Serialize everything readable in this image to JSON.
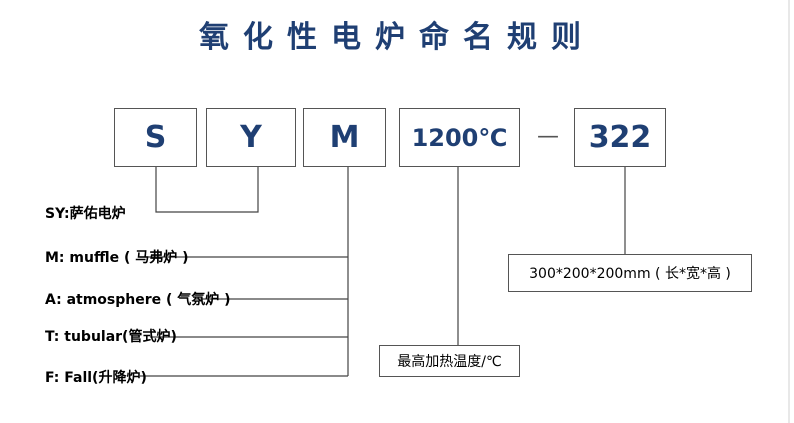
{
  "title": "氧化性电炉命名规则",
  "code_boxes": [
    {
      "text": "S"
    },
    {
      "text": "Y"
    },
    {
      "text": "M"
    }
  ],
  "temperature_box": "1200℃",
  "separator": "—",
  "size_box": "322",
  "legend": {
    "sy": "SY:萨佑电炉",
    "muffle": "M: muffle ( 马弗炉 )",
    "atmosphere": "A:  atmosphere ( 气氛炉 )",
    "tubular": "T: tubular(管式炉)",
    "fall": "F: Fall(升降炉)"
  },
  "size_note": "300*200*200mm ( 长*宽*高 )",
  "temp_note": "最高加热温度/℃"
}
